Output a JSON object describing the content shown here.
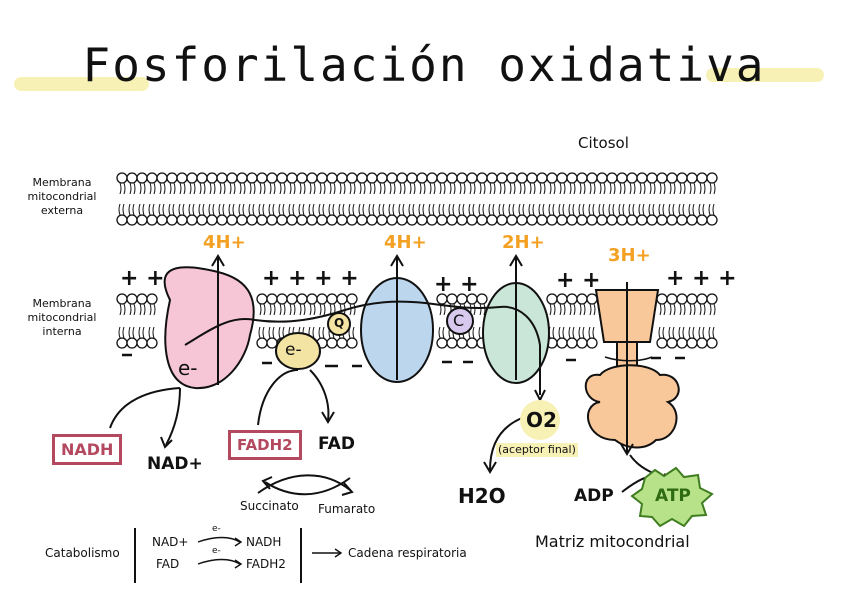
{
  "title": "Fosforilación oxidativa",
  "labels": {
    "citosol": "Citosol",
    "outer_membrane": [
      "Membrana",
      "mitocondrial",
      "externa"
    ],
    "inner_membrane": [
      "Membrana",
      "mitocondrial",
      "interna"
    ],
    "matrix": "Matriz mitocondrial"
  },
  "protons": {
    "complex1": "4H+",
    "complex3": "4H+",
    "complex4": "2H+",
    "atp_synthase": "3H+"
  },
  "plus_signs": [
    "+ +",
    "+ + + +",
    "+ +",
    "+ +",
    "+ + +"
  ],
  "carriers": {
    "electron_1": "e-",
    "electron_2": "e-",
    "ubiquinone": "Q",
    "cytochrome_c": "C"
  },
  "molecules": {
    "nadh": "NADH",
    "nad_plus": "NAD+",
    "fadh2": "FADH2",
    "fad": "FAD",
    "succinato": "Succinato",
    "fumarato": "Fumarato",
    "o2": "O2",
    "o2_note": "(aceptor final)",
    "h2o": "H2O",
    "adp": "ADP",
    "atp": "ATP"
  },
  "legend": {
    "catabolismo": "Catabolismo",
    "row1_left": "NAD+",
    "row1_right": "NADH",
    "row2_left": "FAD",
    "row2_right": "FADH2",
    "electron": "e-",
    "result": "Cadena respiratoria"
  },
  "colors": {
    "highlight": "#f7f1b6",
    "complex1": "#f7c6d6",
    "complex3": "#bcd6ee",
    "complex4": "#c9e6d8",
    "atp_synthase": "#f8c79a",
    "carrier": "#f4e4a3",
    "cyt_c": "#d7c8ee",
    "nadh": "#b3485f",
    "proton": "#f4a023",
    "atp": "#b7e28a"
  }
}
